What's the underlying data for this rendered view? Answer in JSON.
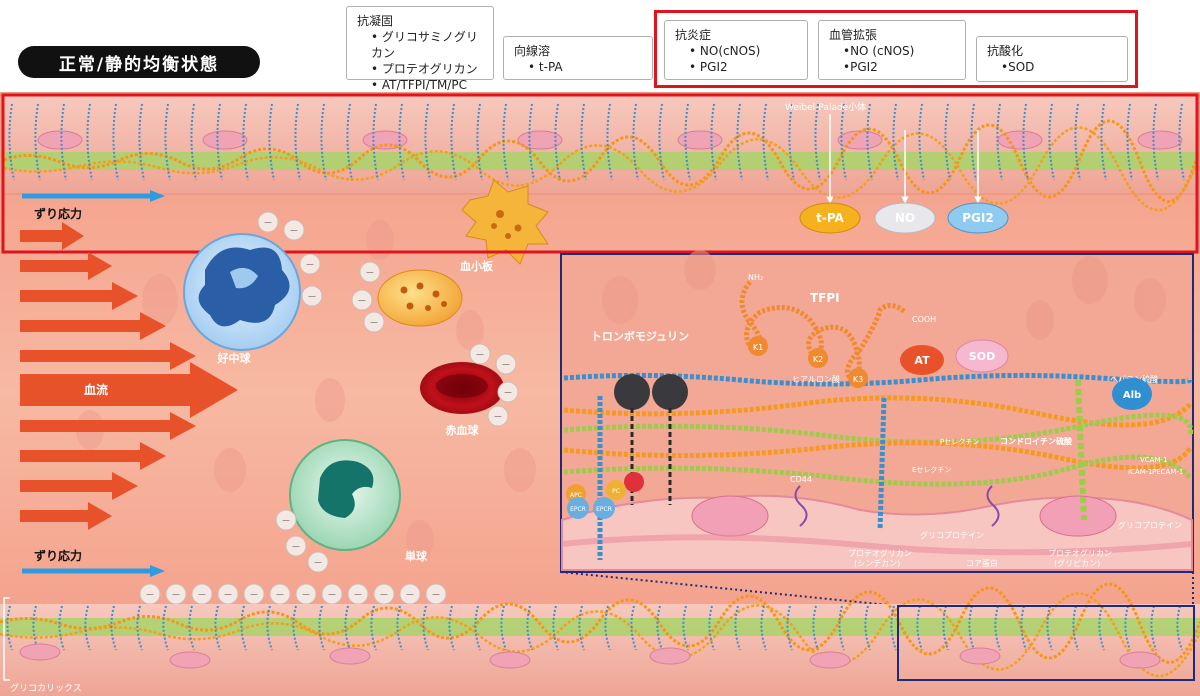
{
  "title": "正常/静的均衡状態",
  "boxes": {
    "anticoag": {
      "title": "抗凝固",
      "items": [
        "グリコサミノグリカン",
        "プロテオグリカン",
        "AT/TFPI/TM/PC"
      ]
    },
    "fibrinolysis": {
      "title": "向線溶",
      "items": [
        "t-PA"
      ]
    },
    "antiinflam": {
      "title": "抗炎症",
      "items": [
        "NO(cNOS)",
        "PGI2"
      ]
    },
    "vasodil": {
      "title": "血管拡張",
      "items": [
        "NO (cNOS)",
        "PGI2"
      ]
    },
    "antiox": {
      "title": "抗酸化",
      "items": [
        "SOD"
      ]
    }
  },
  "top_layer": {
    "weibel": "Weibel-Palade小体",
    "shear": "ずり応力",
    "secreted": [
      "t-PA",
      "NO",
      "PGI2"
    ]
  },
  "lumen": {
    "shear_top": "ずり応力",
    "shear_bottom": "ずり応力",
    "flow": "血流",
    "neutrophil": "好中球",
    "platelet": "血小板",
    "rbc": "赤血球",
    "monocyte": "単球",
    "charge": "−"
  },
  "inset": {
    "thrombomodulin": "トロンボモジュリン",
    "nh2": "NH₂",
    "tfpi": "TFPI",
    "cooh": "COOH",
    "k1": "K1",
    "k2": "K2",
    "k3": "K3",
    "hyaluronan": "ヒアルロン酸",
    "at": "AT",
    "sod": "SOD",
    "heparan": "ヘパラン硫酸",
    "alb": "Alb",
    "pselectin": "Pセレクチン",
    "chondroitin": "コンドロイチン硫酸",
    "eselectin": "Eセレクチン",
    "icam": "ICAM-1",
    "vcam": "VCAM-1",
    "pecam": "PECAM-1",
    "cd44": "CD44",
    "apc": "APC",
    "pc": "PC",
    "epcr": "EPCR",
    "glycoprotein": "グリコプロテイン",
    "glycoprotein2": "グリコプロテイン",
    "pg_syndecan": "プロテオグリカン\n(シンデカン)",
    "pg_syndecan_a": "プロテオグリカン",
    "pg_syndecan_b": "(シンデカン)",
    "core": "コア蛋白",
    "pg_glypican_a": "プロテオグリカン",
    "pg_glypican_b": "(グリピカン)"
  },
  "glycocalyx": "グリコカリックス",
  "colors": {
    "red_frame": "#e0141e",
    "inset_frame": "#1f2a78",
    "shear_arrow": "#2f9be0",
    "flow_arrow": "#e8522a",
    "endothelium": "#f3b7a8",
    "lumen": "#f6b39a",
    "glyco_green": "#9ccc4a",
    "glyco_orange": "#f59a1e",
    "glyco_blue": "#3a8fd0"
  }
}
